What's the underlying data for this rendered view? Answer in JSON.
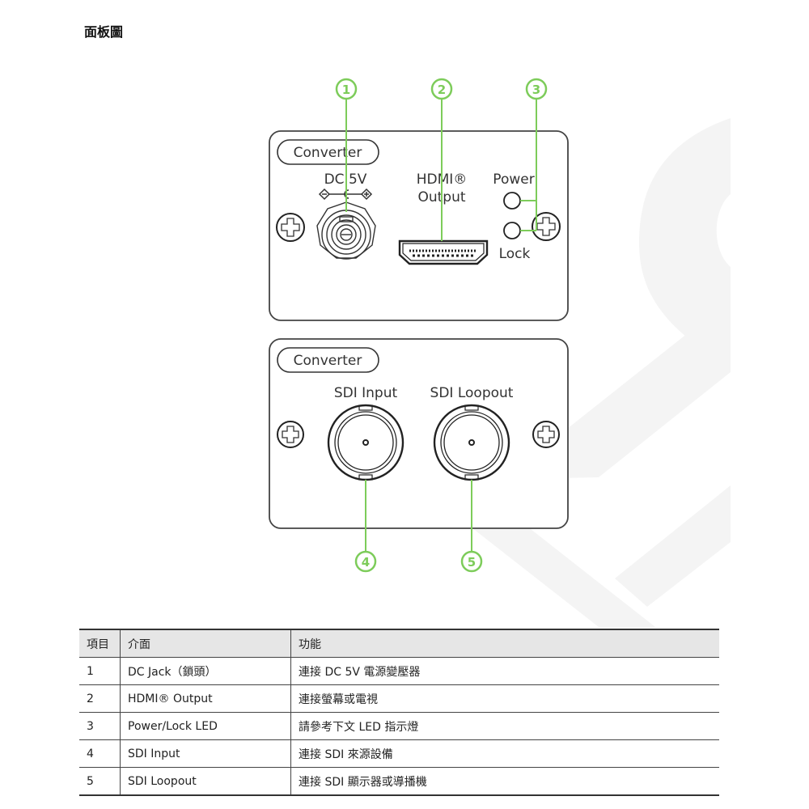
{
  "page": {
    "title": "面板圖",
    "accent_color": "#7dcc5a"
  },
  "diagram": {
    "top_panel": {
      "badge": "Converter",
      "dc_label": "DC 5V",
      "hdmi_label_line1": "HDMI®",
      "hdmi_label_line2": "Output",
      "power_label": "Power",
      "lock_label": "Lock"
    },
    "bottom_panel": {
      "badge": "Converter",
      "sdi_input_label": "SDI Input",
      "sdi_loopout_label": "SDI Loopout"
    },
    "callouts": [
      "1",
      "2",
      "3",
      "4",
      "5"
    ]
  },
  "table": {
    "headers": [
      "項目",
      "介面",
      "功能"
    ],
    "rows": [
      [
        "1",
        "DC Jack（鎖頭）",
        "連接 DC 5V 電源變壓器"
      ],
      [
        "2",
        "HDMI® Output",
        "連接螢幕或電視"
      ],
      [
        "3",
        "Power/Lock LED",
        "請參考下文 LED 指示燈"
      ],
      [
        "4",
        "SDI Input",
        "連接 SDI 來源設備"
      ],
      [
        "5",
        "SDI Loopout",
        "連接 SDI 顯示器或導播機"
      ]
    ]
  }
}
